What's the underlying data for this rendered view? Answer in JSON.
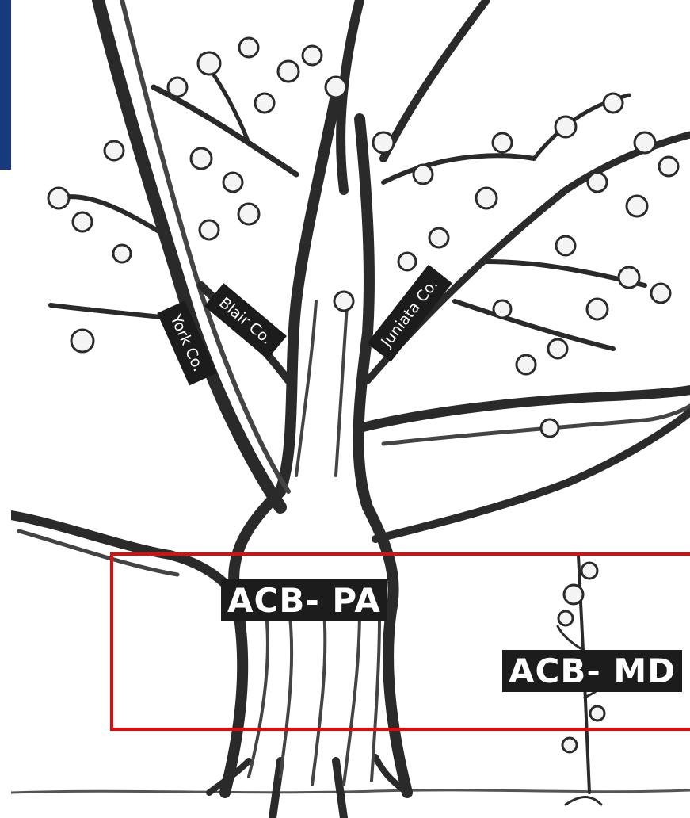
{
  "labels": {
    "york": "York Co.",
    "blair": "Blair Co.",
    "juniata": "Juniata Co.",
    "acb_pa": "ACB- PA",
    "acb_md": "ACB- MD"
  },
  "colors": {
    "slide_band": "#163a7c",
    "label_bg": "#1c1c1c",
    "label_text": "#ffffff",
    "highlight_box": "#e10b0b",
    "pencil": "#2a2a2a"
  },
  "icons": {
    "tree": "oak-tree-sketch",
    "sapling": "sapling-sketch"
  }
}
